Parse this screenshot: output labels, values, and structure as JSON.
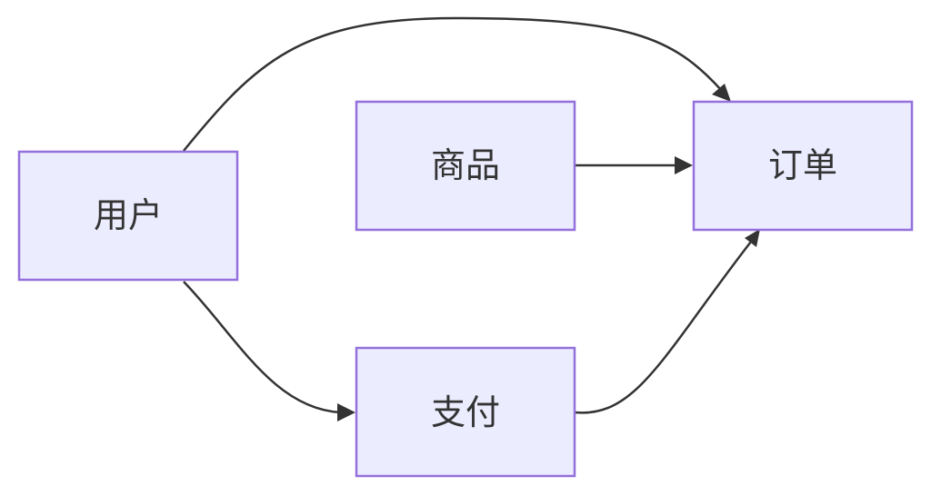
{
  "nodes": {
    "user": {
      "label": "用户"
    },
    "product": {
      "label": "商品"
    },
    "order": {
      "label": "订单"
    },
    "payment": {
      "label": "支付"
    }
  },
  "edges": [
    {
      "from": "user",
      "to": "order"
    },
    {
      "from": "product",
      "to": "order"
    },
    {
      "from": "user",
      "to": "payment"
    },
    {
      "from": "payment",
      "to": "order"
    }
  ],
  "colors": {
    "node_fill": "#ececff",
    "node_stroke": "#9370db",
    "edge": "#333333",
    "text": "#333333"
  }
}
